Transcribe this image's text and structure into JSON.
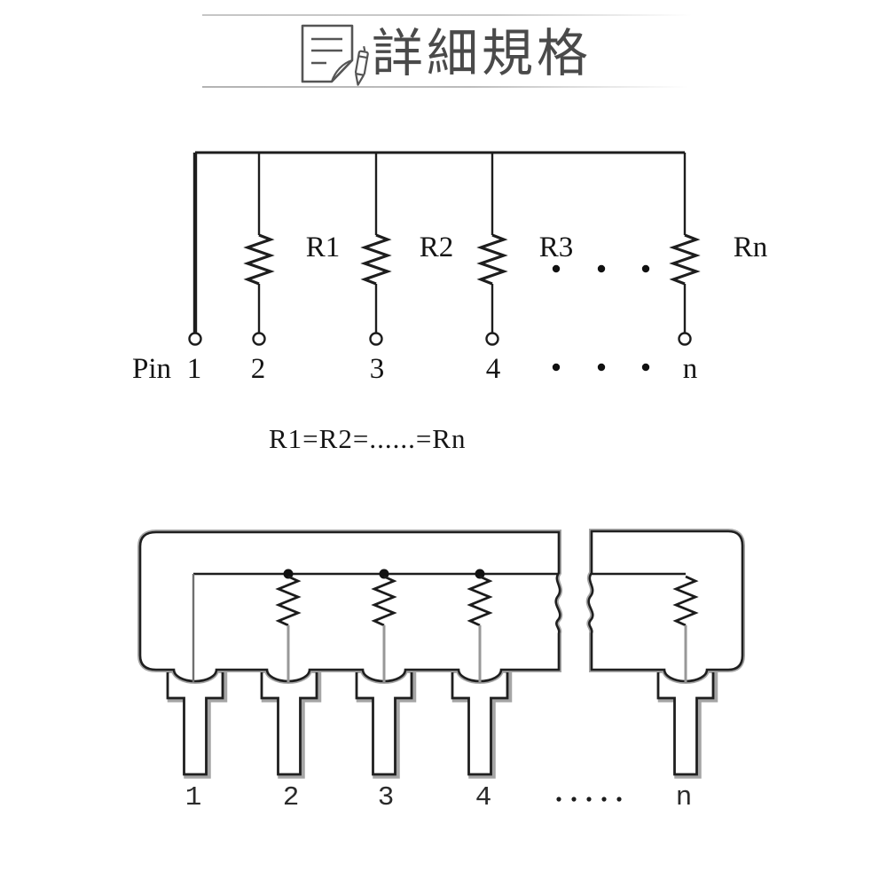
{
  "header": {
    "title": "詳細規格",
    "icons": [
      "document-icon",
      "pen-icon"
    ]
  },
  "schematic": {
    "type": "resistor-network-common-bus-schematic",
    "topology": "pins 2..n each connect through one resistor to a common bus tied directly to pin 1",
    "resistor_labels": [
      "R1",
      "R2",
      "R3",
      "Rn"
    ],
    "pin_row_label": "Pin",
    "pin_numbers": [
      "1",
      "2",
      "3",
      "4",
      "n"
    ],
    "ellipsis": "· · ·",
    "formula": "R1=R2=......=Rn"
  },
  "package": {
    "type": "SIP-resistor-network-package-outline",
    "pin_numbers": [
      "1",
      "2",
      "3",
      "4",
      "n"
    ],
    "ellipsis": "·····"
  },
  "colors": {
    "line_black": "#1d1d1d",
    "shadow_gray": "#a5a5a5",
    "lead_gray": "#989898",
    "title_gray": "#4a4a4a",
    "divider_gray": "#c6c6c6",
    "background": "#ffffff"
  }
}
